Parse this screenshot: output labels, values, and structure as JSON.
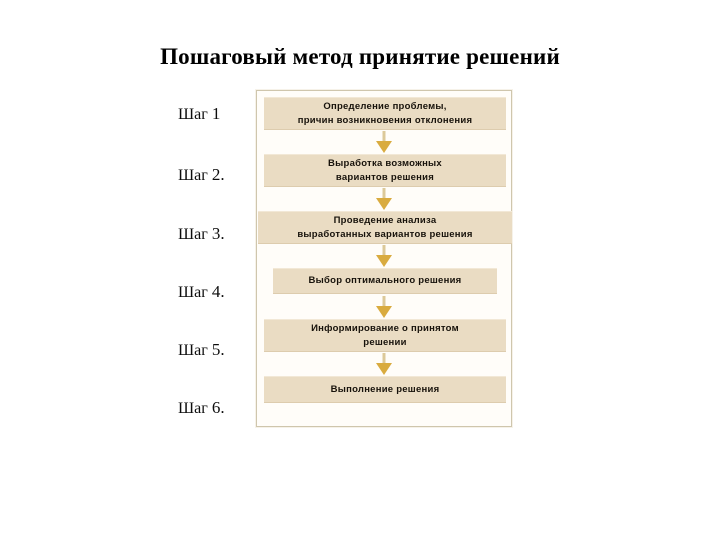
{
  "slide": {
    "title": "Пошаговый метод принятие решений",
    "background_color": "#ffffff",
    "title_color": "#000000"
  },
  "steps": [
    {
      "label": "Шаг",
      "number": "1"
    },
    {
      "label": "Шаг",
      "number": "2."
    },
    {
      "label": "Шаг",
      "number": "3."
    },
    {
      "label": "Шаг",
      "number": "4."
    },
    {
      "label": "Шаг",
      "number": "5."
    },
    {
      "label": "Шаг",
      "number": "6."
    }
  ],
  "diagram": {
    "panel_background": "#fffdf9",
    "panel_border_color": "#cfc6ad",
    "box_fill": "#eadcc3",
    "box_text_color": "#17120b",
    "arrow_color": "#d9ab3f",
    "arrow_stem_color": "#dcc999",
    "boxes": [
      {
        "line1": "Определение проблемы,",
        "line2": "причин возникновения отклонения"
      },
      {
        "line1": "Выработка возможных",
        "line2": "вариантов решения"
      },
      {
        "line1": "Проведение анализа",
        "line2": "выработанных вариантов решения"
      },
      {
        "line1": "Выбор оптимального решения",
        "line2": ""
      },
      {
        "line1": "Информирование о принятом",
        "line2": "решении"
      },
      {
        "line1": "Выполнение решения",
        "line2": ""
      }
    ],
    "arrows": [
      {
        "name": "arrow-1-to-2"
      },
      {
        "name": "arrow-2-to-3"
      },
      {
        "name": "arrow-3-to-4"
      },
      {
        "name": "arrow-4-to-5"
      },
      {
        "name": "arrow-5-to-6"
      }
    ]
  }
}
